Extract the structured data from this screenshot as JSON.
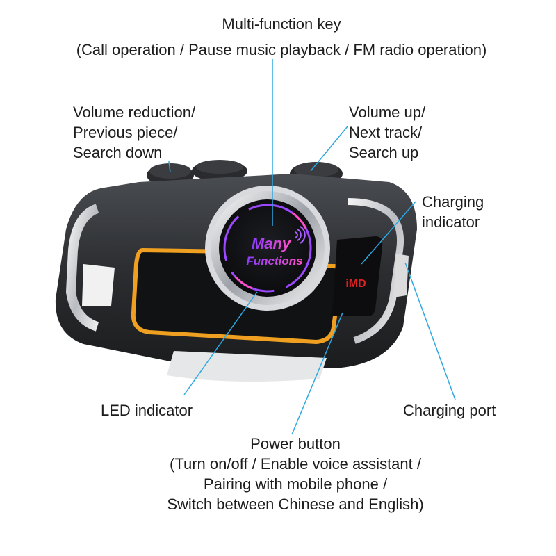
{
  "labels": {
    "multi_function": [
      "Multi-function key",
      "(Call operation / Pause music playback / FM radio operation)"
    ],
    "volume_down": [
      "Volume reduction/",
      "Previous piece/",
      "Search down"
    ],
    "volume_up": [
      "Volume up/",
      "Next track/",
      "Search up"
    ],
    "charging_indicator": [
      "Charging",
      "indicator"
    ],
    "led_indicator": [
      "LED indicator"
    ],
    "charging_port": [
      "Charging port"
    ],
    "power_button": [
      "Power button",
      "(Turn on/off / Enable voice assistant /",
      "Pairing with mobile phone /",
      "Switch between Chinese and English)"
    ]
  },
  "device": {
    "knob_text_line1": "Many",
    "knob_text_line2": "Functions"
  },
  "colors": {
    "leader_line": "#2ea8e0",
    "body_dark": "#2b2d30",
    "accent_orange": "#f0a020",
    "knob_purple": "#8a3cff",
    "knob_pink": "#ff4fc8",
    "led_red": "#e02020"
  }
}
